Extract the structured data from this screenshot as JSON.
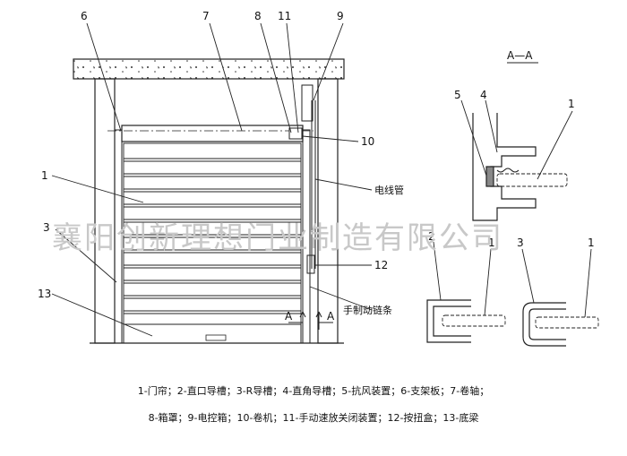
{
  "labels": {
    "n1": "1",
    "n2": "2",
    "n3": "3",
    "n4": "4",
    "n5": "5",
    "n6": "6",
    "n7": "7",
    "n8": "8",
    "n9": "9",
    "n10": "10",
    "n11": "11",
    "n12": "12",
    "n13": "13",
    "n1_section": "1",
    "n1_sec2": "1",
    "n1_sec3": "1",
    "n2_section": "2",
    "n3_section": "3",
    "section_title": "A—A",
    "section_mark_left": "A",
    "section_mark_right": "A",
    "conduit": "电线管",
    "chain": "手制动链条"
  },
  "legend": {
    "line1": "1-门帘；2-直口导槽；3-R导槽；4-直角导槽；5-抗风装置；6-支架板；7-卷轴；",
    "line2": "8-箱罩；9-电控箱；10-卷机；11-手动速放关闭装置；12-按扭盒；13-底梁"
  },
  "watermark": "襄阳创新理想门业制造有限公司"
}
